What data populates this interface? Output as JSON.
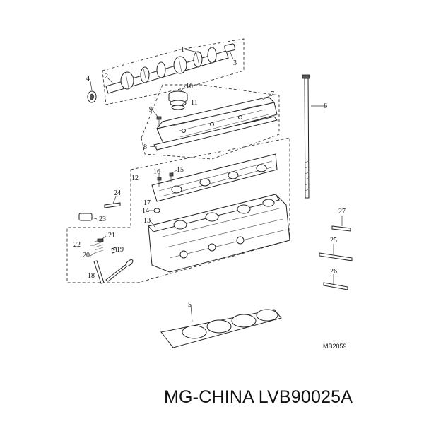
{
  "diagram": {
    "callouts": [
      "1",
      "2",
      "3",
      "4",
      "5",
      "6",
      "7",
      "8",
      "9",
      "10",
      "11",
      "12",
      "13",
      "14",
      "15",
      "16",
      "17",
      "18",
      "19",
      "20",
      "21",
      "22",
      "23",
      "24",
      "25",
      "26",
      "27"
    ],
    "figure_code": "MB2059"
  },
  "caption": {
    "brand": "MG-CHINA",
    "part_number": "LVB90025A"
  }
}
